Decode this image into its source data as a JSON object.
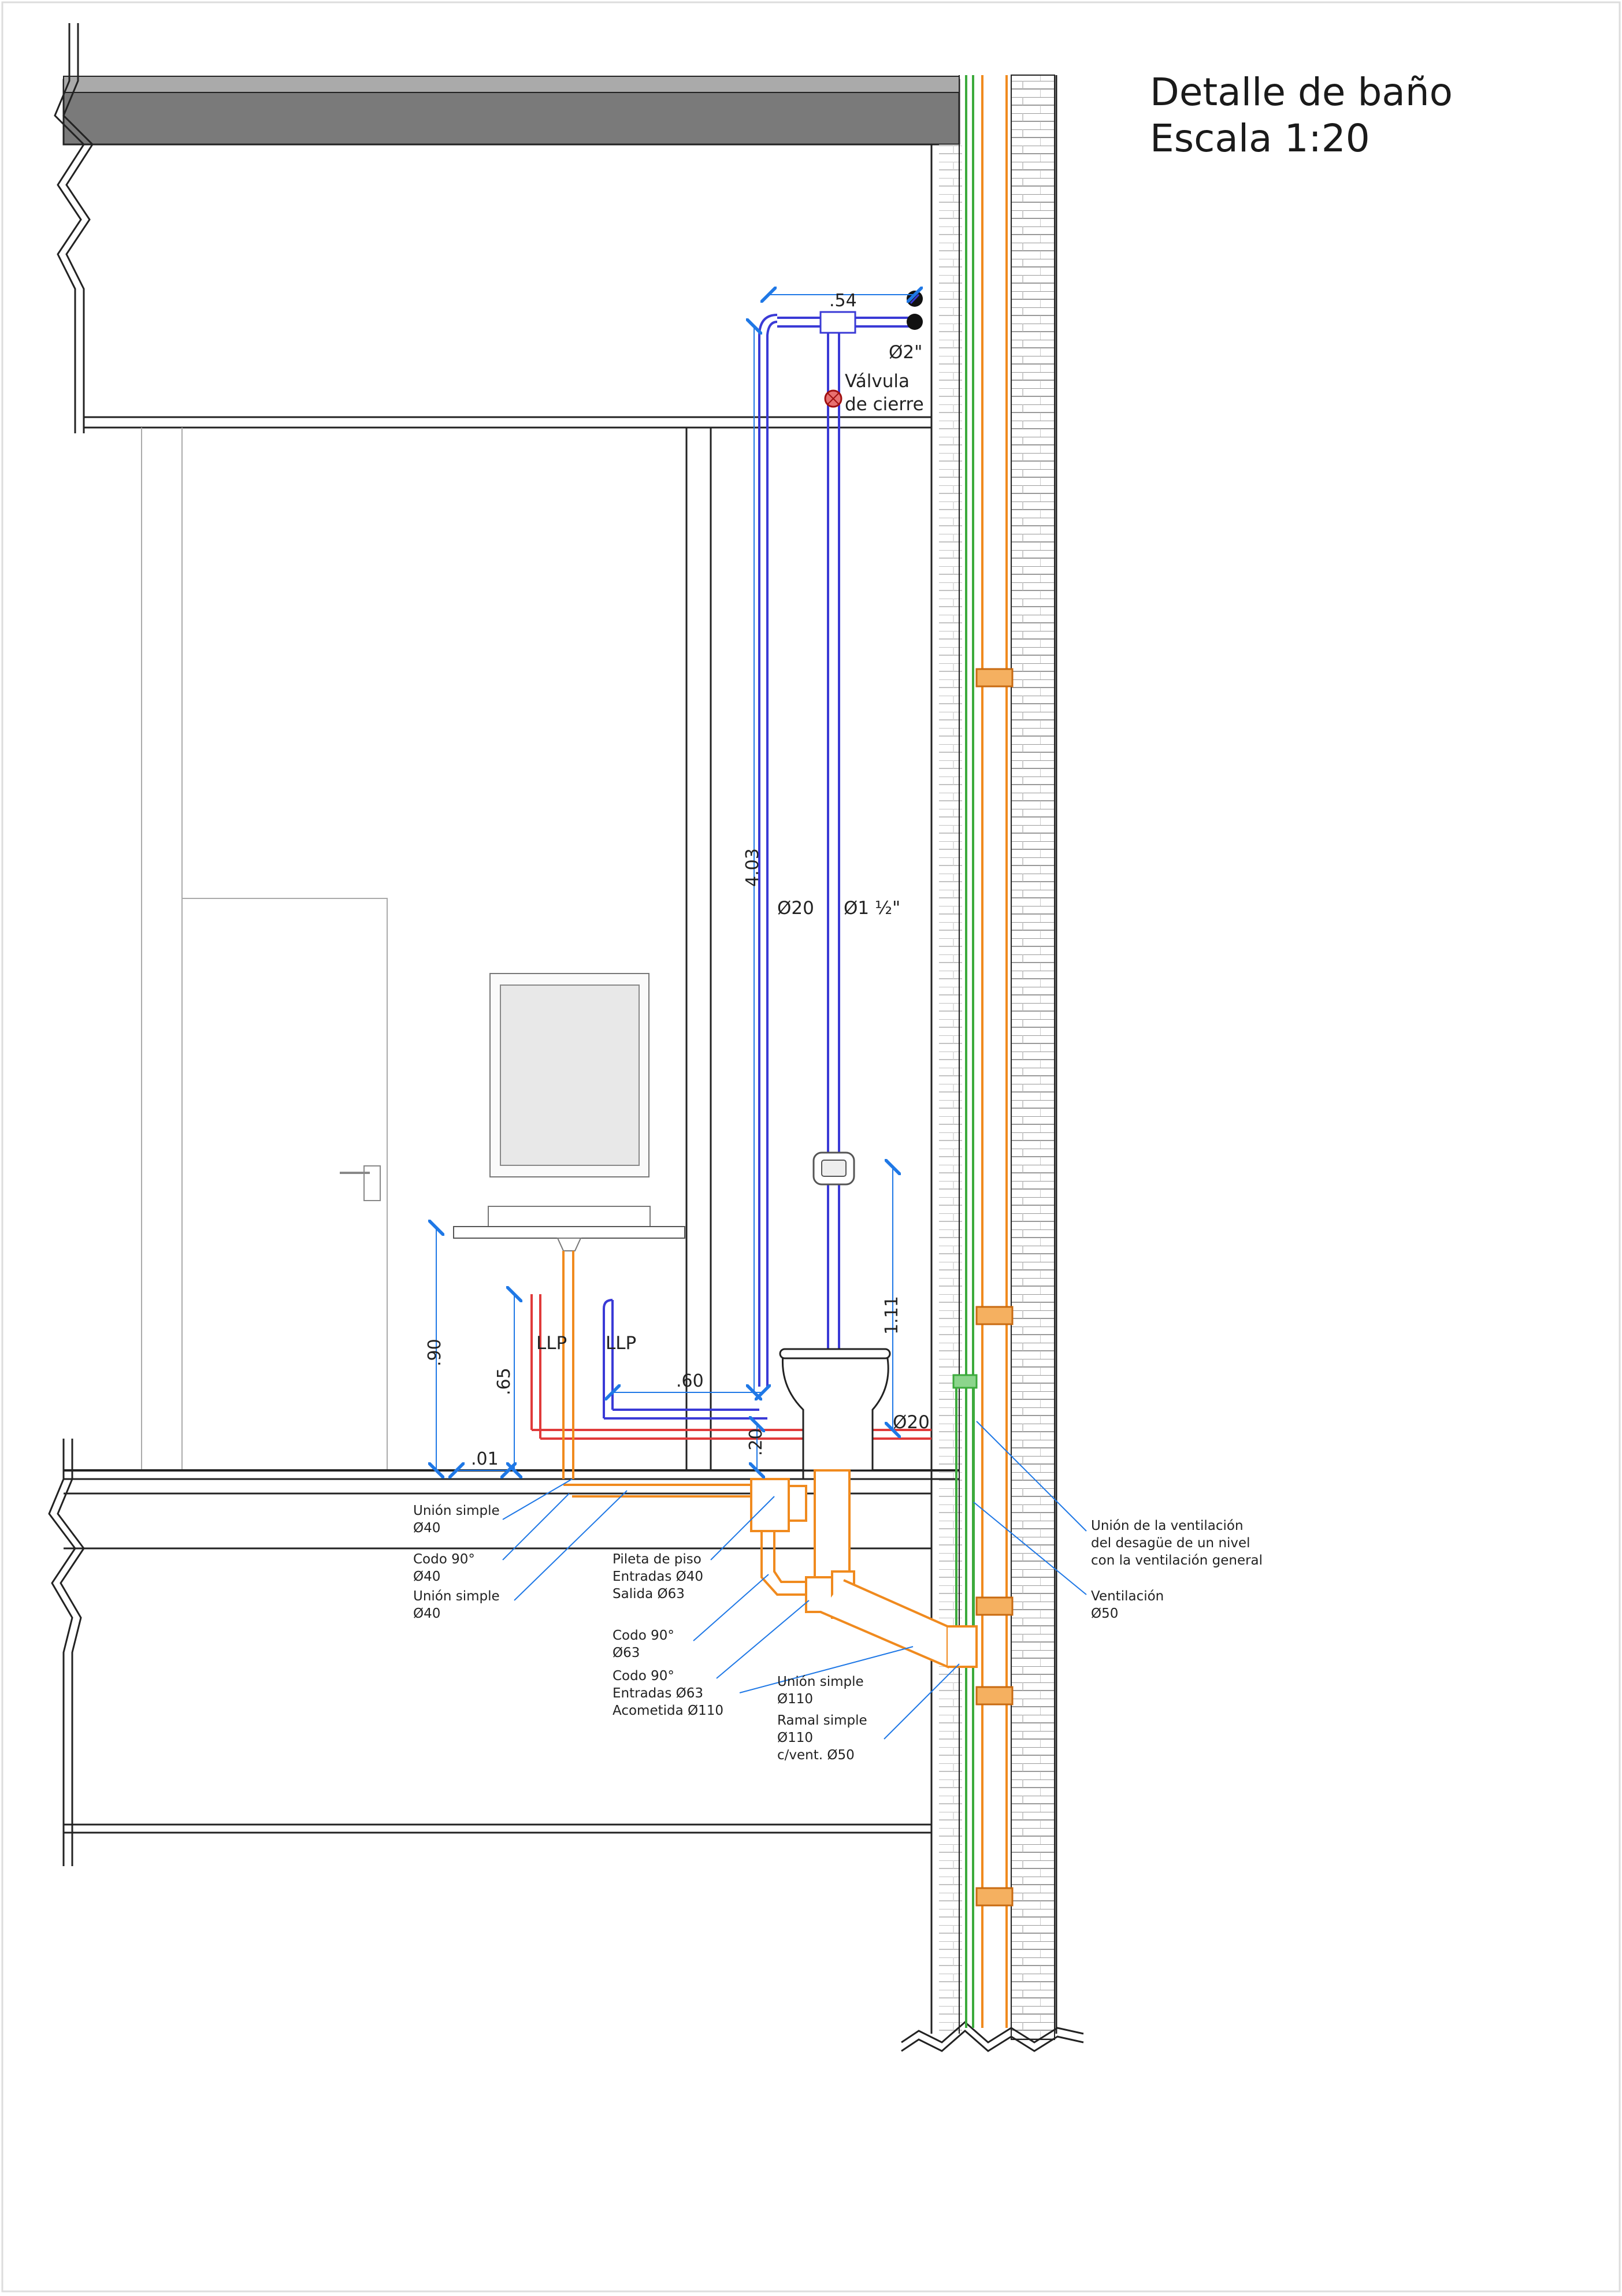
{
  "title": {
    "line1": "Detalle de baño",
    "line2": "Escala 1:20"
  },
  "colors": {
    "water": "#3a3ad6",
    "dimension": "#1f78e6",
    "hot": "#e03a3a",
    "drain": "#f08a1e",
    "vent": "#3caa3c"
  },
  "dimensions": {
    "top_width": ".54",
    "riser_height": "4.03",
    "cistern_height": "1.11",
    "basin_height": ".90",
    "tap_height": ".65",
    "branch_length": ".60",
    "floor_offset": ".20",
    "slab_offset": ".01"
  },
  "pipe_labels": {
    "main_diameter": "Ø2\"",
    "valve_line1": "Válvula",
    "valve_line2": "de cierre",
    "riser_left": "Ø20",
    "riser_right": "Ø1 ½\"",
    "toilet_feed": "Ø20",
    "tap_left": "LLP",
    "tap_right": "LLP"
  },
  "callouts": [
    {
      "lines": [
        "Unión simple",
        "Ø40"
      ]
    },
    {
      "lines": [
        "Codo 90°",
        "Ø40"
      ]
    },
    {
      "lines": [
        "Unión simple",
        "Ø40"
      ]
    },
    {
      "lines": [
        "Pileta de piso",
        "Entradas Ø40",
        "Salida Ø63"
      ]
    },
    {
      "lines": [
        "Codo 90°",
        "Ø63"
      ]
    },
    {
      "lines": [
        "Codo 90°",
        "Entradas Ø63",
        "Acometida Ø110"
      ]
    },
    {
      "lines": [
        "Unión simple",
        "Ø110"
      ]
    },
    {
      "lines": [
        "Ramal simple",
        "Ø110",
        "c/vent. Ø50"
      ]
    },
    {
      "lines": [
        "Unión de la ventilación",
        "del desagüe de un nivel",
        "con la ventilación general"
      ]
    },
    {
      "lines": [
        "Ventilación",
        "Ø50"
      ]
    }
  ]
}
